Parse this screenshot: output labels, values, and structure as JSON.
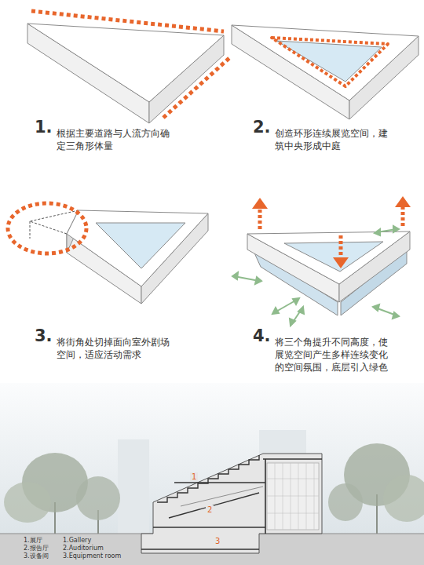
{
  "diagram": {
    "labels": [
      "1.",
      "根据主要道路与人流方向确定三角形体量",
      "2.",
      "创造环形连续展览空间，建筑中央形成中庭",
      "3.",
      "将街角处切掉面向室外剧场空间，适应活动需求",
      "4.",
      "将三个角提升不同高度，使展览空间产生多样连续变化的空间氛围，底层引入绿色",
      "1",
      "2",
      "3",
      "1.展厅",
      "2.报告厅",
      "3.设备间",
      "1.Gallery",
      "2.Auditorium",
      "3.Equipment room"
    ]
  }
}
